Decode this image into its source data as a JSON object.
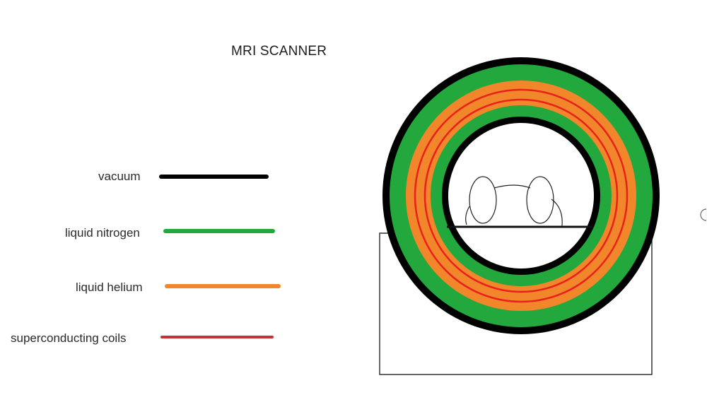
{
  "title": "MRI SCANNER",
  "legend": [
    {
      "label": "vacuum",
      "color": "#000000"
    },
    {
      "label": "liquid nitrogen",
      "color": "#22a83c"
    },
    {
      "label": "liquid helium",
      "color": "#f2862a"
    },
    {
      "label": "superconducting coils",
      "color": "#c4313a"
    }
  ],
  "colors": {
    "vacuum": "#000000",
    "nitrogen": "#22a83c",
    "helium": "#f2862a",
    "coils": "#e8211c",
    "outline": "#333333"
  }
}
